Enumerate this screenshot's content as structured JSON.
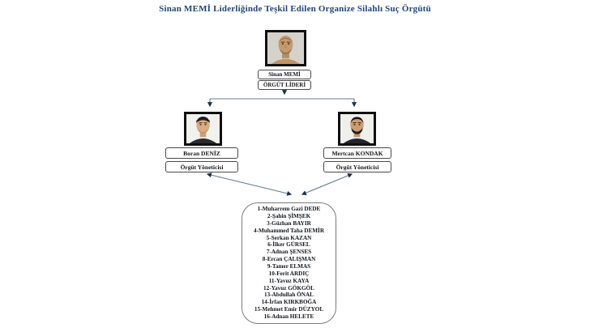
{
  "title": "Sinan MEMİ Liderliğinde Teşkil Edilen Organize Silahlı Suç Örgütü",
  "colors": {
    "title_text": "#234579",
    "connector_line": "#607d8e",
    "arrowhead": "#1f2f3d",
    "photo_border": "#101010",
    "box_border": "#4a4a4a"
  },
  "leader": {
    "name": "Sinan MEMİ",
    "role": "ÖRGÜT LİDERİ",
    "photo": "leader-portrait"
  },
  "managers": [
    {
      "name": "Boran DENİZ",
      "role": "Örgüt Yöneticisi",
      "photo": "manager1-portrait"
    },
    {
      "name": "Mertcan KONDAK",
      "role": "Örgüt Yöneticisi",
      "photo": "manager2-portrait"
    }
  ],
  "roster": {
    "members": [
      "1-Muharrem Gazi DEDE",
      "2-Şahin ŞİMŞEK",
      "3-Güzhan BAYIR",
      "4-Muhammed Taha DEMİR",
      "5-Serkan KAZAN",
      "6-İlker GÜRSEL",
      "7-Adnan ŞENSES",
      "8-Ercan ÇALIŞMAN",
      "9-Tamer ELMAS",
      "10-Ferit ARDIÇ",
      "11-Yavuz KAYA",
      "12-Yavuz GÖKGÖL",
      "13-Abdullah ÖNAL",
      "14-İrfan KIRKBOĞA",
      "15-Mehmet Emir DÜZYOL",
      "16-Adnan HELETE"
    ]
  }
}
